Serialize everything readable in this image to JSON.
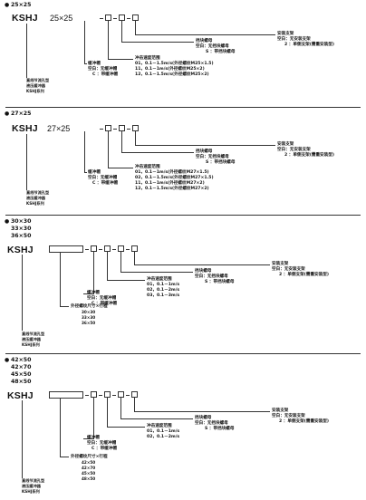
{
  "sections": [
    {
      "headers": [
        "25×25"
      ],
      "code": "KSHJ",
      "size": "25×25",
      "mounting": {
        "title": "安装支架",
        "opt1": "空白：无安装支架",
        "opt2": "2 ：单侧支架(需重安装型)"
      },
      "nut": {
        "title": "挡块螺母",
        "opt1": "空白：无挡块螺母",
        "opt2": "S ：带挡块螺母"
      },
      "speed": {
        "title": "冲击速度范围",
        "opts": [
          "01，0.1－1.5m/s(外径螺纹M25×1.5)",
          "11，0.1－1m/s(外径螺纹M25×2)",
          "12，0.1－1.5m/s(外径螺纹M25×2)"
        ]
      },
      "cap": {
        "title": "缓冲帽",
        "opt1": "空白：无缓冲帽",
        "opt2": "C ：带缓冲帽"
      },
      "series": [
        "直线节流孔型",
        "液压缓冲器",
        "KSHJ系列"
      ]
    },
    {
      "headers": [
        "27×25"
      ],
      "code": "KSHJ",
      "size": "27×25",
      "mounting": {
        "title": "安装支架",
        "opt1": "空白：无安装支架",
        "opt2": "2 ：单侧支架(需重安装型)"
      },
      "nut": {
        "title": "挡块螺母",
        "opt1": "空白：无挡块螺母",
        "opt2": "S ：带挡块螺母"
      },
      "speed": {
        "title": "冲击速度范围",
        "opts": [
          "01，0.1－1m/s(外径螺纹M27×1.5)",
          "02，0.1－1.5m/s(外径螺纹M27×1.5)",
          "11，0.1－1m/s(外径螺纹M27×2)",
          "12，0.1－1.5m/s(外径螺纹M27×2)"
        ]
      },
      "cap": {
        "title": "缓冲帽",
        "opt1": "空白：无缓冲帽",
        "opt2": "C ：带缓冲帽"
      },
      "series": [
        "直线节流孔型",
        "液压缓冲器",
        "KSHJ系列"
      ]
    },
    {
      "headers": [
        "30×30",
        "33×30",
        "36×50"
      ],
      "code": "KSHJ",
      "mounting": {
        "title": "安装支架",
        "opt1": "空白：无安装支架",
        "opt2": "2 ：单侧支架(需重安装型)"
      },
      "nut": {
        "title": "挡块螺母",
        "opt1": "空白：无挡块螺母",
        "opt2": "S ：带挡块螺母"
      },
      "speed": {
        "title": "冲击速度范围",
        "opts": [
          "01，0.1－1m/s",
          "02，0.1－2m/s",
          "03，0.1－3m/s"
        ]
      },
      "cap": {
        "title": "缓冲帽",
        "opt1": "空白：无缓冲帽",
        "opt2": "C ：带缓冲帽"
      },
      "thread": {
        "title": "外径螺纹尺寸×行程",
        "opts": [
          "30×30",
          "33×30",
          "36×50"
        ]
      },
      "series": [
        "直线节流孔型",
        "液压缓冲器",
        "KSHJ系列"
      ]
    },
    {
      "headers": [
        "42×50",
        "42×70",
        "45×50",
        "48×50"
      ],
      "code": "KSHJ",
      "mounting": {
        "title": "安装支架",
        "opt1": "空白：无安装支架",
        "opt2": "2 ：单侧支架(需重安装型)"
      },
      "nut": {
        "title": "挡块螺母",
        "opt1": "空白：无挡块螺母",
        "opt2": "S ：带挡块螺母"
      },
      "speed": {
        "title": "冲击速度范围",
        "opts": [
          "01，0.1－1m/s",
          "02，0.1－2m/s"
        ]
      },
      "cap": {
        "title": "缓冲帽",
        "opt1": "空白：无缓冲帽",
        "opt2": "C ：带缓冲帽"
      },
      "thread": {
        "title": "外径螺纹尺寸×行程",
        "opts": [
          "42×50",
          "42×70",
          "45×50",
          "48×50"
        ]
      },
      "series": [
        "直线节流孔型",
        "液压缓冲器",
        "KSHJ系列"
      ]
    }
  ]
}
